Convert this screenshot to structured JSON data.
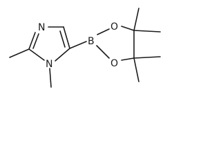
{
  "molecule": {
    "atoms": {
      "imine_n": "N",
      "methyl_n": "N",
      "boron": "B",
      "ring_o_top": "O",
      "ring_o_bottom": "O"
    }
  }
}
